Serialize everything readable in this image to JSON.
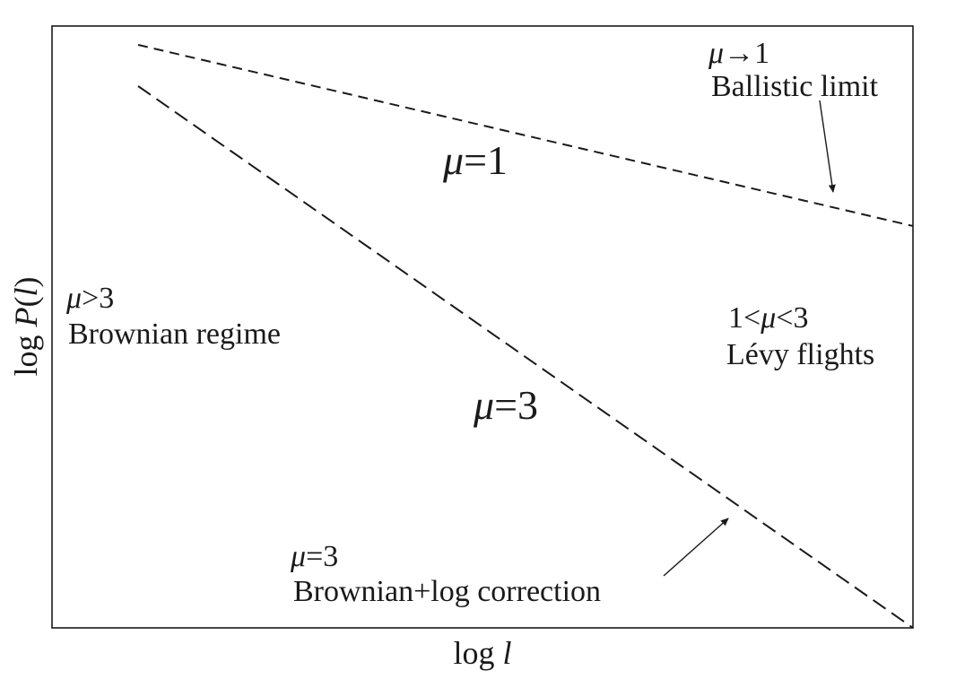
{
  "axes": {
    "x_label_prefix": "log ",
    "x_label_var": "l",
    "y_label_prefix": "log ",
    "y_label_func": "P",
    "y_label_open": "(",
    "y_label_var": "l",
    "y_label_close": ")"
  },
  "lines": [
    {
      "name": "mu=1",
      "style": "dashed"
    },
    {
      "name": "mu=3",
      "style": "dashed"
    }
  ],
  "labels": {
    "line_mu1": {
      "symbol": "μ",
      "rest": "=1"
    },
    "line_mu3": {
      "symbol": "μ",
      "rest": "=3"
    },
    "ballistic": {
      "symbol": "μ",
      "arrow": "→",
      "value": "1",
      "text": "Ballistic limit"
    },
    "levy": {
      "prefix": "1<",
      "symbol": "μ",
      "suffix": "<3",
      "text": "Lévy flights"
    },
    "brownian": {
      "symbol": "μ",
      "rest": ">3",
      "text": "Brownian regime"
    },
    "brownian_log": {
      "symbol": "μ",
      "rest": "=3",
      "text": "Brownian+log correction"
    }
  },
  "colors": {
    "ink": "#1a1a1a",
    "background": "#ffffff"
  }
}
